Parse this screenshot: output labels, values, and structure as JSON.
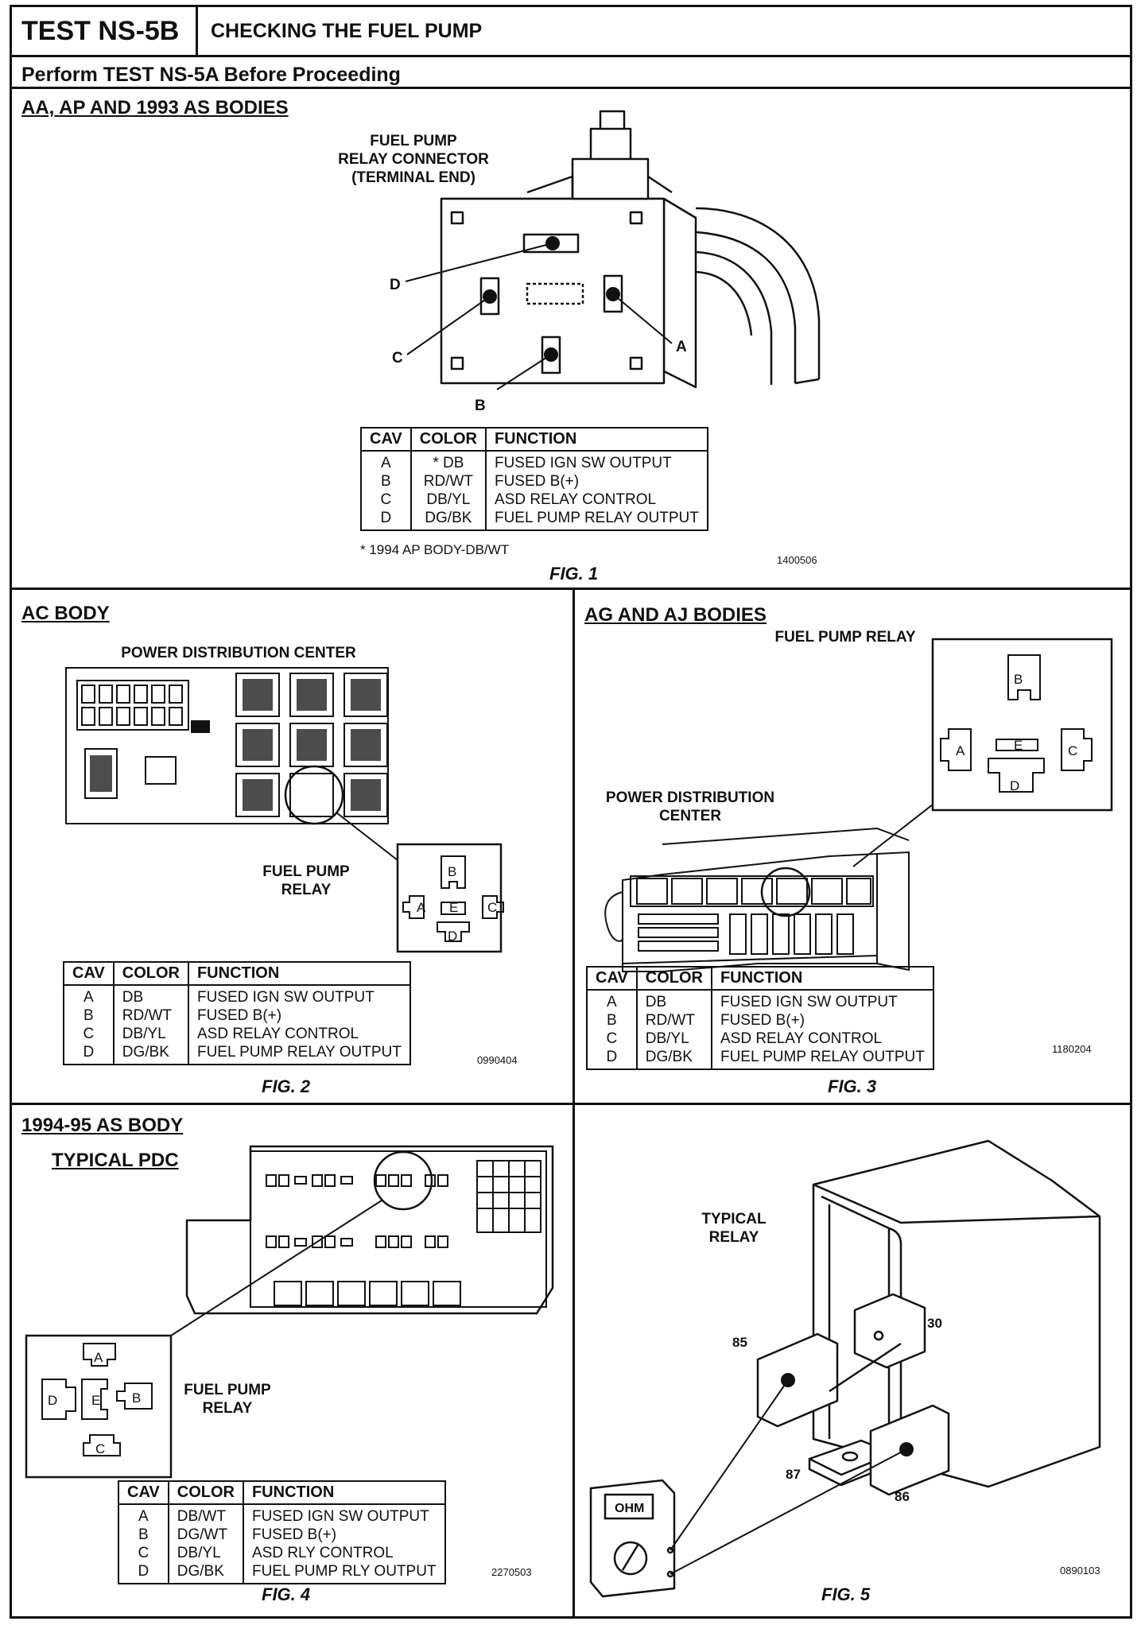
{
  "header": {
    "test_id": "TEST NS-5B",
    "title": "CHECKING THE FUEL PUMP",
    "prereq": "Perform TEST NS-5A Before Proceeding"
  },
  "table_headers": {
    "cav": "CAV",
    "color": "COLOR",
    "function": "FUNCTION"
  },
  "fig1": {
    "title": "AA, AP AND 1993 AS BODIES",
    "connector_label": [
      "FUEL PUMP",
      "RELAY CONNECTOR",
      "(TERMINAL END)"
    ],
    "pins": [
      "A",
      "B",
      "C",
      "D"
    ],
    "rows": [
      {
        "cav": "A",
        "color": "* DB",
        "function": "FUSED IGN SW OUTPUT"
      },
      {
        "cav": "B",
        "color": "RD/WT",
        "function": "FUSED B(+)"
      },
      {
        "cav": "C",
        "color": "DB/YL",
        "function": "ASD RELAY CONTROL"
      },
      {
        "cav": "D",
        "color": "DG/BK",
        "function": "FUEL PUMP RELAY OUTPUT"
      }
    ],
    "footnote": "* 1994 AP BODY-DB/WT",
    "code": "1400506",
    "caption": "FIG. 1"
  },
  "fig2": {
    "title": "AC BODY",
    "pdc_label": "POWER DISTRIBUTION CENTER",
    "relay_label": [
      "FUEL PUMP",
      "RELAY"
    ],
    "pins": [
      "A",
      "B",
      "C",
      "D",
      "E"
    ],
    "rows": [
      {
        "cav": "A",
        "color": "DB",
        "function": "FUSED IGN SW OUTPUT"
      },
      {
        "cav": "B",
        "color": "RD/WT",
        "function": "FUSED B(+)"
      },
      {
        "cav": "C",
        "color": "DB/YL",
        "function": "ASD RELAY CONTROL"
      },
      {
        "cav": "D",
        "color": "DG/BK",
        "function": "FUEL PUMP RELAY OUTPUT"
      }
    ],
    "code": "0990404",
    "caption": "FIG. 2"
  },
  "fig3": {
    "title": "AG AND AJ BODIES",
    "relay_label": "FUEL PUMP RELAY",
    "pdc_label": [
      "POWER DISTRIBUTION",
      "CENTER"
    ],
    "pins": [
      "A",
      "B",
      "C",
      "D",
      "E"
    ],
    "rows": [
      {
        "cav": "A",
        "color": "DB",
        "function": "FUSED IGN SW OUTPUT"
      },
      {
        "cav": "B",
        "color": "RD/WT",
        "function": "FUSED B(+)"
      },
      {
        "cav": "C",
        "color": "DB/YL",
        "function": "ASD RELAY CONTROL"
      },
      {
        "cav": "D",
        "color": "DG/BK",
        "function": "FUEL PUMP RELAY OUTPUT"
      }
    ],
    "code": "1180204",
    "caption": "FIG. 3"
  },
  "fig4": {
    "title": "1994-95 AS BODY",
    "subtitle": "TYPICAL PDC",
    "relay_label": [
      "FUEL PUMP",
      "RELAY"
    ],
    "pins": [
      "A",
      "B",
      "C",
      "D",
      "E"
    ],
    "rows": [
      {
        "cav": "A",
        "color": "DB/WT",
        "function": "FUSED IGN SW OUTPUT"
      },
      {
        "cav": "B",
        "color": "DG/WT",
        "function": "FUSED B(+)"
      },
      {
        "cav": "C",
        "color": "DB/YL",
        "function": "ASD RLY CONTROL"
      },
      {
        "cav": "D",
        "color": "DG/BK",
        "function": "FUEL PUMP RLY OUTPUT"
      }
    ],
    "code": "2270503",
    "caption": "FIG. 4"
  },
  "fig5": {
    "relay_label": [
      "TYPICAL",
      "RELAY"
    ],
    "terminals": [
      "30",
      "85",
      "87",
      "86"
    ],
    "meter_label": "OHM",
    "code": "0890103",
    "caption": "FIG. 5"
  }
}
